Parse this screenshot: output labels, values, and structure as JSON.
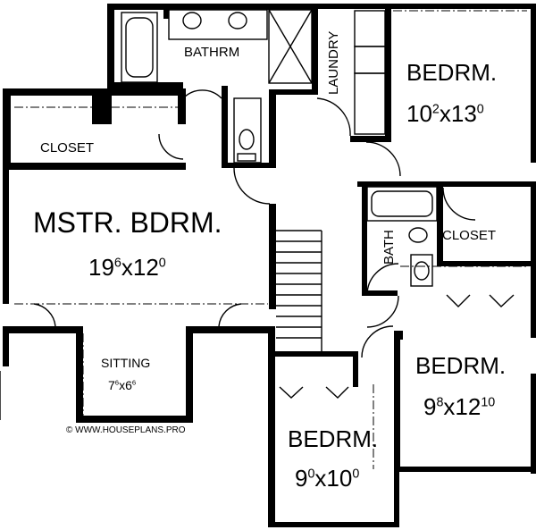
{
  "rooms": {
    "bathrm": {
      "name": "BATHRM"
    },
    "laundry": {
      "name": "LAUNDRY"
    },
    "bedrm_ne": {
      "name": "BEDRM.",
      "dim_a": "10",
      "dim_a_sup": "2",
      "dim_x": "x",
      "dim_b": "13",
      "dim_b_sup": "0"
    },
    "closet_w": {
      "name": "CLOSET"
    },
    "master": {
      "name": "MSTR. BDRM.",
      "dim_a": "19",
      "dim_a_sup": "6",
      "dim_x": "x",
      "dim_b": "12",
      "dim_b_sup": "0"
    },
    "bath": {
      "name": "BATH"
    },
    "closet_e": {
      "name": "CLOSET"
    },
    "bedrm_e": {
      "name": "BEDRM.",
      "dim_a": "9",
      "dim_a_sup": "8",
      "dim_x": "x",
      "dim_b": "12",
      "dim_b_sup": "10"
    },
    "sitting": {
      "name": "SITTING",
      "dim_a": "7",
      "dim_a_sup": "6",
      "dim_x": "x",
      "dim_b": "6",
      "dim_b_sup": "6"
    },
    "bedrm_s": {
      "name": "BEDRM.",
      "dim_a": "9",
      "dim_a_sup": "0",
      "dim_x": "x",
      "dim_b": "10",
      "dim_b_sup": "0"
    }
  },
  "watermark": "© WWW.HOUSEPLANS.PRO"
}
